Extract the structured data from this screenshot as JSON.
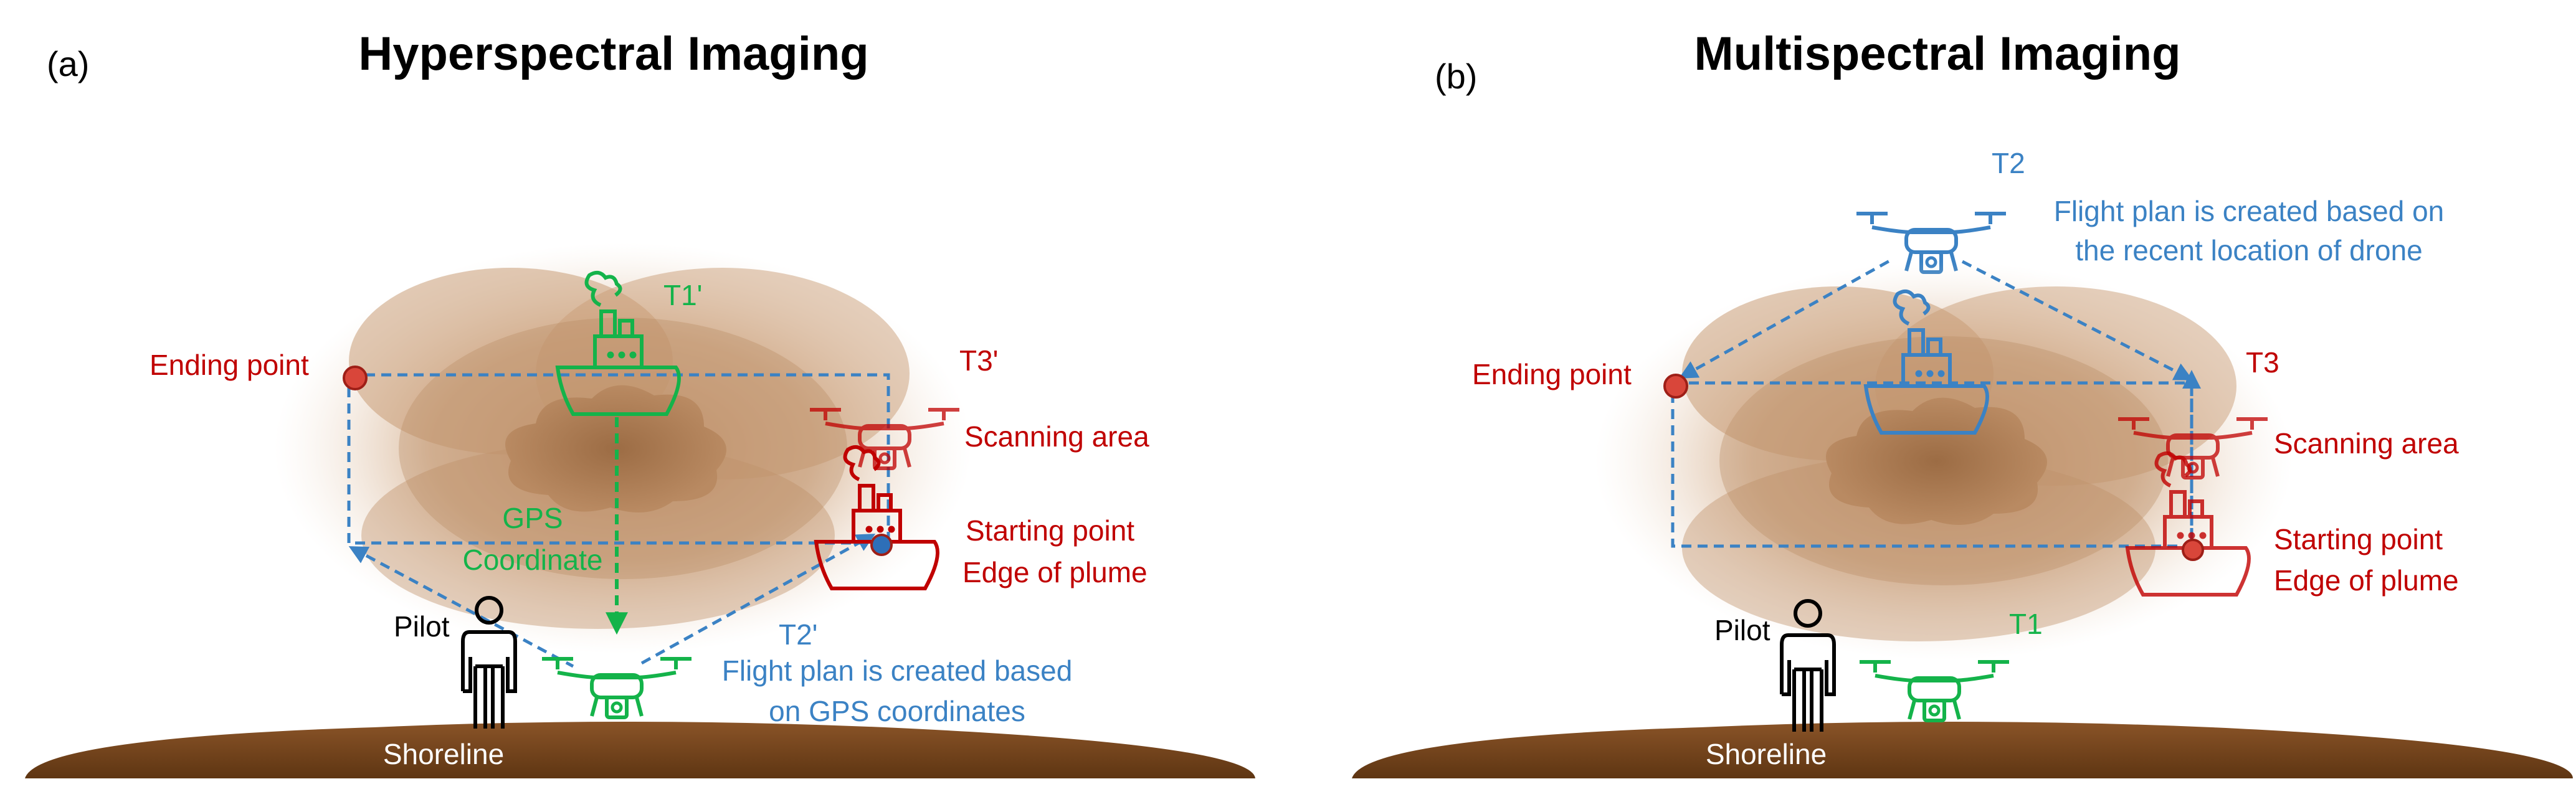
{
  "panel_a": {
    "label": "(a)",
    "title": "Hyperspectral Imaging",
    "ending_point": "Ending point",
    "t1": "T1'",
    "t2": "T2'",
    "t3": "T3'",
    "scanning_area": "Scanning area",
    "starting_point": "Starting point",
    "edge_of_plume": "Edge of plume",
    "gps_line1": "GPS",
    "gps_line2": "Coordinate",
    "pilot": "Pilot",
    "flight_plan_line1": "Flight plan is created based",
    "flight_plan_line2": "on GPS coordinates",
    "shoreline": "Shoreline"
  },
  "panel_b": {
    "label": "(b)",
    "title": "Multispectral Imaging",
    "t2": "T2",
    "flight_plan_line1": "Flight plan is created based on",
    "flight_plan_line2": "the recent location of drone",
    "ending_point": "Ending point",
    "t3": "T3",
    "scanning_area": "Scanning area",
    "starting_point": "Starting point",
    "edge_of_plume": "Edge of plume",
    "pilot": "Pilot",
    "t1": "T1",
    "shoreline": "Shoreline"
  },
  "colors": {
    "red": "#c00000",
    "green": "#14b34a",
    "blue": "#3b82c4",
    "plume": "#c49a72",
    "shoreline": "#7a4a22"
  },
  "icons": [
    "drone-icon",
    "ship-icon",
    "pilot-icon",
    "point-marker-icon"
  ]
}
